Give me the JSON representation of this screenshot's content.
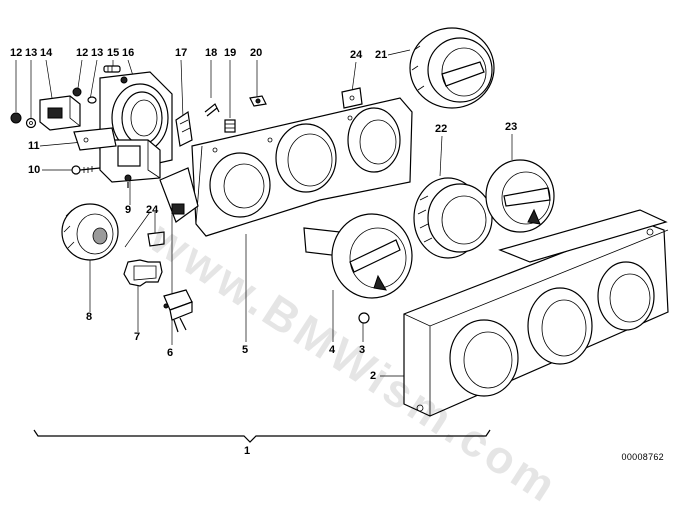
{
  "diagram": {
    "catalog_number": "00008762",
    "watermark": "www.BMWism.com",
    "callouts": [
      "12",
      "13",
      "14",
      "12",
      "13",
      "15",
      "16",
      "17",
      "18",
      "19",
      "20",
      "24",
      "21",
      "11",
      "10",
      "9",
      "24",
      "22",
      "23",
      "8",
      "7",
      "6",
      "5",
      "4",
      "3",
      "2",
      "1"
    ]
  }
}
